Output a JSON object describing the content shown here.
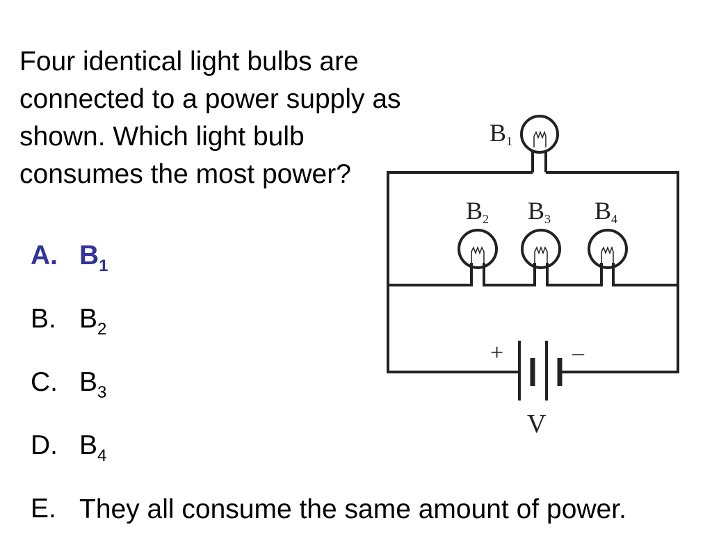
{
  "question": {
    "lines": [
      "Four identical light bulbs are",
      "connected to a power supply as",
      "shown. Which light bulb",
      "consumes the most power?"
    ]
  },
  "options": [
    {
      "letter": "A.",
      "text": "B",
      "sub": "1",
      "correct": true
    },
    {
      "letter": "B.",
      "text": "B",
      "sub": "2",
      "correct": false
    },
    {
      "letter": "C.",
      "text": "B",
      "sub": "3",
      "correct": false
    },
    {
      "letter": "D.",
      "text": "B",
      "sub": "4",
      "correct": false
    },
    {
      "letter": "E.",
      "text": "They all consume the same amount of power.",
      "sub": "",
      "correct": false
    }
  ],
  "diagram": {
    "bulbs": [
      {
        "base": "B",
        "sub": "1"
      },
      {
        "base": "B",
        "sub": "2"
      },
      {
        "base": "B",
        "sub": "3"
      },
      {
        "base": "B",
        "sub": "4"
      }
    ],
    "battery": {
      "plus": "+",
      "minus": "–",
      "label": "V"
    }
  },
  "colors": {
    "correct_answer": "#333399",
    "text": "#000000",
    "wire": "#222222"
  }
}
